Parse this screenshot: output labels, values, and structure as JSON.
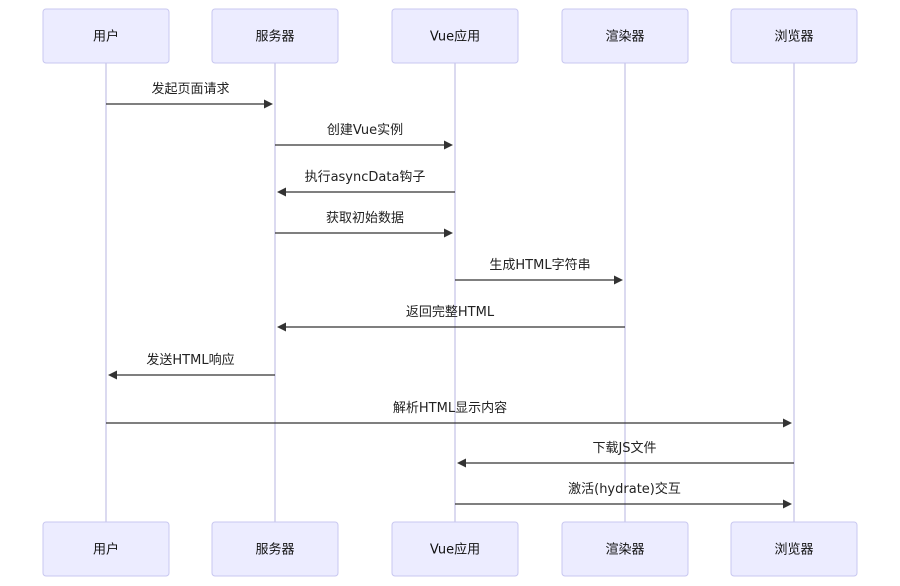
{
  "participants": [
    {
      "id": "user",
      "label": "用户"
    },
    {
      "id": "server",
      "label": "服务器"
    },
    {
      "id": "vue",
      "label": "Vue应用"
    },
    {
      "id": "renderer",
      "label": "渲染器"
    },
    {
      "id": "browser",
      "label": "浏览器"
    }
  ],
  "messages": [
    {
      "from": "user",
      "to": "server",
      "label": "发起页面请求"
    },
    {
      "from": "server",
      "to": "vue",
      "label": "创建Vue实例"
    },
    {
      "from": "vue",
      "to": "server",
      "label": "执行asyncData钩子"
    },
    {
      "from": "server",
      "to": "vue",
      "label": "获取初始数据"
    },
    {
      "from": "vue",
      "to": "renderer",
      "label": "生成HTML字符串"
    },
    {
      "from": "renderer",
      "to": "server",
      "label": "返回完整HTML"
    },
    {
      "from": "server",
      "to": "user",
      "label": "发送HTML响应"
    },
    {
      "from": "user",
      "to": "browser",
      "label": "解析HTML显示内容"
    },
    {
      "from": "browser",
      "to": "vue",
      "label": "下载JS文件"
    },
    {
      "from": "vue",
      "to": "browser",
      "label": "激活(hydrate)交互"
    }
  ],
  "colors": {
    "actor_fill": "#ECECFF",
    "actor_stroke": "#C8C7F0",
    "lifeline": "#CFCDEB",
    "arrow": "#333333"
  }
}
